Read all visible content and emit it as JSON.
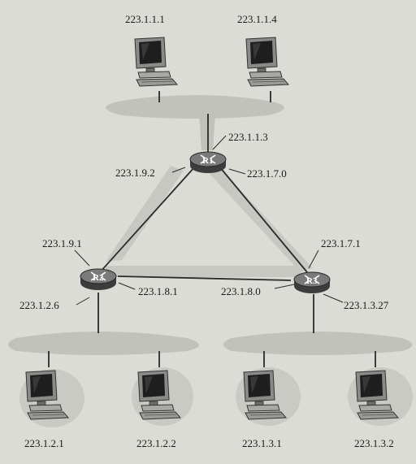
{
  "routers": {
    "r1": {
      "label": "R1"
    },
    "r2": {
      "label": "R2"
    },
    "r3": {
      "label": "R3"
    }
  },
  "hosts": {
    "h_1_1_1": "223.1.1.1",
    "h_1_1_4": "223.1.1.4",
    "h_1_2_1": "223.1.2.1",
    "h_1_2_2": "223.1.2.2",
    "h_1_3_1": "223.1.3.1",
    "h_1_3_2": "223.1.3.2"
  },
  "interfaces": {
    "r1_lan": "223.1.1.3",
    "r1_to_r2": "223.1.9.2",
    "r1_to_r3": "223.1.7.0",
    "r2_to_r1": "223.1.9.1",
    "r2_to_r3": "223.1.8.1",
    "r2_lan": "223.1.2.6",
    "r3_to_r1": "223.1.7.1",
    "r3_to_r2": "223.1.8.0",
    "r3_lan": "223.1.3.27"
  },
  "colors": {
    "background": "#dcdcd6",
    "subnet_shade": "#c2c2bc",
    "link": "#2a2a2a",
    "router_body": "#555555",
    "monitor_screen": "#1e1e1e"
  }
}
